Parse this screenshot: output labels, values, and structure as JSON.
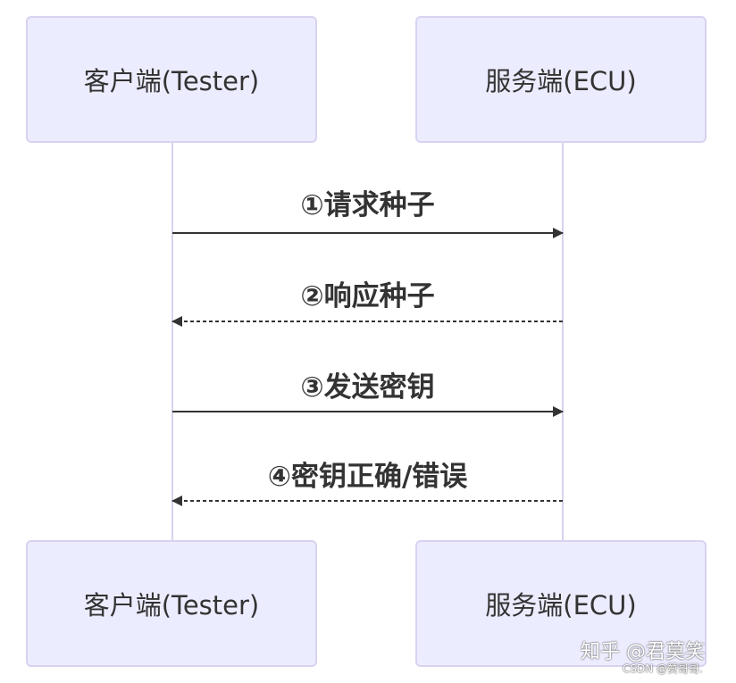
{
  "actors": {
    "client": "客户端(Tester)",
    "server": "服务端(ECU)"
  },
  "messages": [
    {
      "label": "①请求种子",
      "from": "client",
      "to": "server",
      "style": "solid"
    },
    {
      "label": "②响应种子",
      "from": "server",
      "to": "client",
      "style": "dashed"
    },
    {
      "label": "③发送密钥",
      "from": "client",
      "to": "server",
      "style": "solid"
    },
    {
      "label": "④密钥正确/错误",
      "from": "server",
      "to": "client",
      "style": "dashed"
    }
  ],
  "watermark": {
    "zhihu": "知乎 @君莫笑",
    "csdn": "CSDN @赞哥哥."
  },
  "colors": {
    "actor_fill": "#ececff",
    "actor_border": "#d9d2f0",
    "lifeline": "#d9d2f0",
    "arrow": "#333333"
  }
}
